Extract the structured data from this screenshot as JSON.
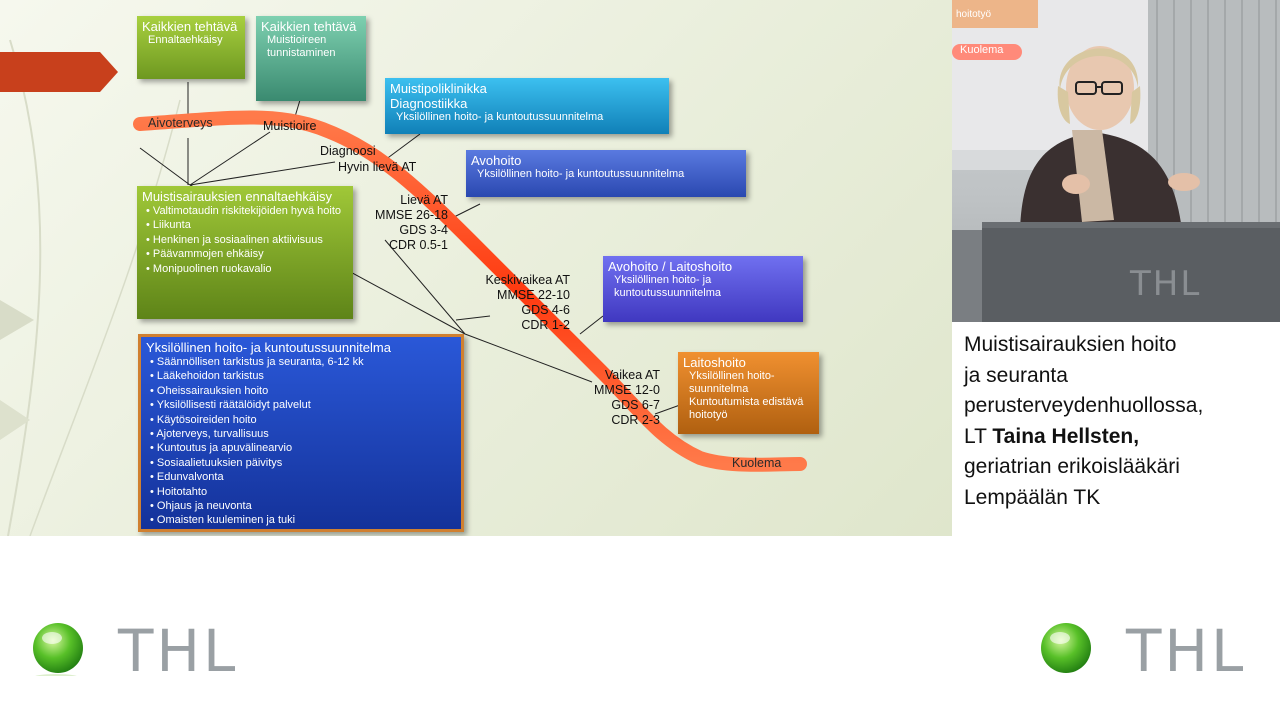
{
  "slide": {
    "band_labels": {
      "aivoterveys": "Aivoterveys",
      "kuolema": "Kuolema"
    },
    "boxes": {
      "kaikkien1": {
        "title": "Kaikkien tehtävä",
        "sub": "Ennaltaehkäisy"
      },
      "kaikkien2": {
        "title": "Kaikkien tehtävä",
        "sub": "Muistioireen tunnistaminen"
      },
      "muistipoli": {
        "title1": "Muistipoliklinikka",
        "title2": "Diagnostiikka",
        "sub": "Yksilöllinen hoito- ja kuntoutussuunnitelma"
      },
      "avohoito": {
        "title": "Avohoito",
        "sub": "Yksilöllinen hoito- ja kuntoutussuunnitelma"
      },
      "avolaitos": {
        "title": "Avohoito / Laitoshoito",
        "sub": "Yksilöllinen hoito- ja kuntoutussuunnitelma"
      },
      "laitoshoito": {
        "title": "Laitoshoito",
        "sub1": "Yksilöllinen hoito-suunnitelma",
        "sub2": "Kuntoutumista edistävä hoitotyö"
      },
      "ennalta": {
        "title": "Muistisairauksien ennaltaehkäisy",
        "items": [
          "Valtimotaudin riskitekijöiden hyvä hoito",
          "Liikunta",
          "Henkinen ja sosiaalinen aktiivisuus",
          "Päävammojen ehkäisy",
          "Monipuolinen ruokavalio"
        ]
      },
      "hoitosuunnitelma": {
        "title": "Yksilöllinen hoito- ja kuntoutussuunnitelma",
        "items": [
          "Säännöllisen tarkistus ja  seuranta, 6-12 kk",
          "Lääkehoidon tarkistus",
          "Oheissairauksien hoito",
          "Yksilöllisesti räätälöidyt palvelut",
          "Käytösoireiden hoito",
          "Ajoterveys, turvallisuus",
          "Kuntoutus ja apuvälinearvio",
          "Sosiaalietuuksien päivitys",
          "Edunvalvonta",
          "Hoitotahto",
          "Ohjaus ja neuvonta",
          "Omaisten kuuleminen ja tuki"
        ]
      }
    },
    "stages": {
      "muistioire": "Muistioire",
      "diagnoosi1": "Diagnoosi",
      "diagnoosi2": "Hyvin lievä AT",
      "lieva": [
        "Lievä AT",
        "MMSE 26-18",
        "GDS 3-4",
        "CDR 0.5-1"
      ],
      "keskivaikea": [
        "Keskivaikea AT",
        "MMSE 22-10",
        "GDS 4-6",
        "CDR 1-2"
      ],
      "vaikea": [
        "Vaikea AT",
        "MMSE 12-0",
        "GDS 6-7",
        "CDR 2-3"
      ]
    }
  },
  "video": {
    "bg_slide_label": "Kuolema",
    "bg_slide_top": "hoitotyö",
    "podium_text": "THL"
  },
  "caption": {
    "line1": "Muistisairauksien hoito",
    "line2": "ja seuranta",
    "line3": "perusterveydenhuollossa,",
    "line4_prefix": "LT ",
    "line4_name": "Taina Hellsten,",
    "line5": "geriatrian erikoislääkäri",
    "line6": "Lempäälän TK"
  },
  "logos": {
    "left_text": "THL",
    "right_text": "THL"
  },
  "colors": {
    "band": "#ff4a1c",
    "green_box": "#7ea82a",
    "teal_box": "#4aa88a",
    "cyan_box": "#1c9ad6",
    "blue_box": "#3a5cc8",
    "violet_box": "#5a50d8",
    "orange_box": "#d47a14",
    "dark_blue_box": "#1c44b8"
  }
}
